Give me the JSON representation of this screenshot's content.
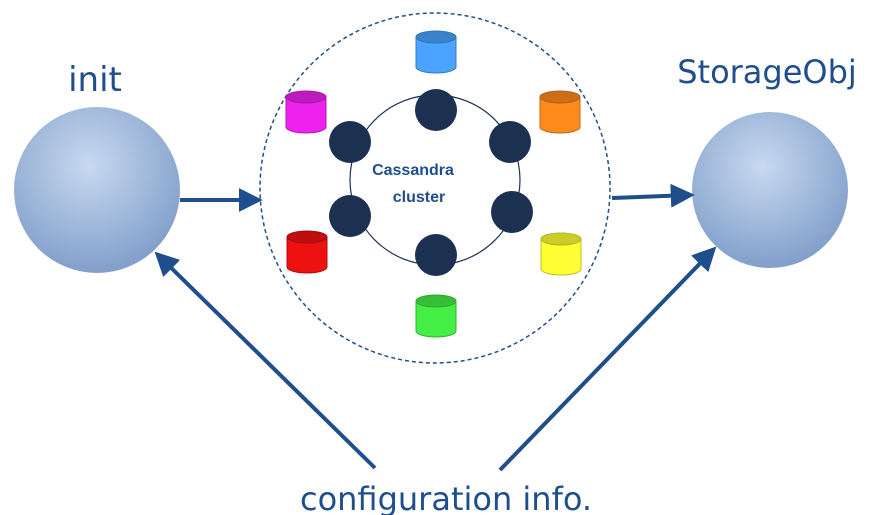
{
  "labels": {
    "init": "init",
    "storage": "StorageObj",
    "cluster_line1": "Cassandra",
    "cluster_line2": "cluster",
    "config": "configuration info."
  },
  "colors": {
    "text": "#1f4e8c",
    "arrow": "#1f4e8c",
    "node": "#1c3152",
    "process_circle_top": "#bcd0ea",
    "process_circle_bottom": "#7f9ec9"
  },
  "cluster": {
    "node_count": 6,
    "databases": [
      {
        "name": "db-blue",
        "color": "#4aa3ff"
      },
      {
        "name": "db-orange",
        "color": "#ff8a1c"
      },
      {
        "name": "db-yellow",
        "color": "#ffff33"
      },
      {
        "name": "db-green",
        "color": "#44ee44"
      },
      {
        "name": "db-red",
        "color": "#ee1111"
      },
      {
        "name": "db-magenta",
        "color": "#ee22ee"
      }
    ]
  }
}
